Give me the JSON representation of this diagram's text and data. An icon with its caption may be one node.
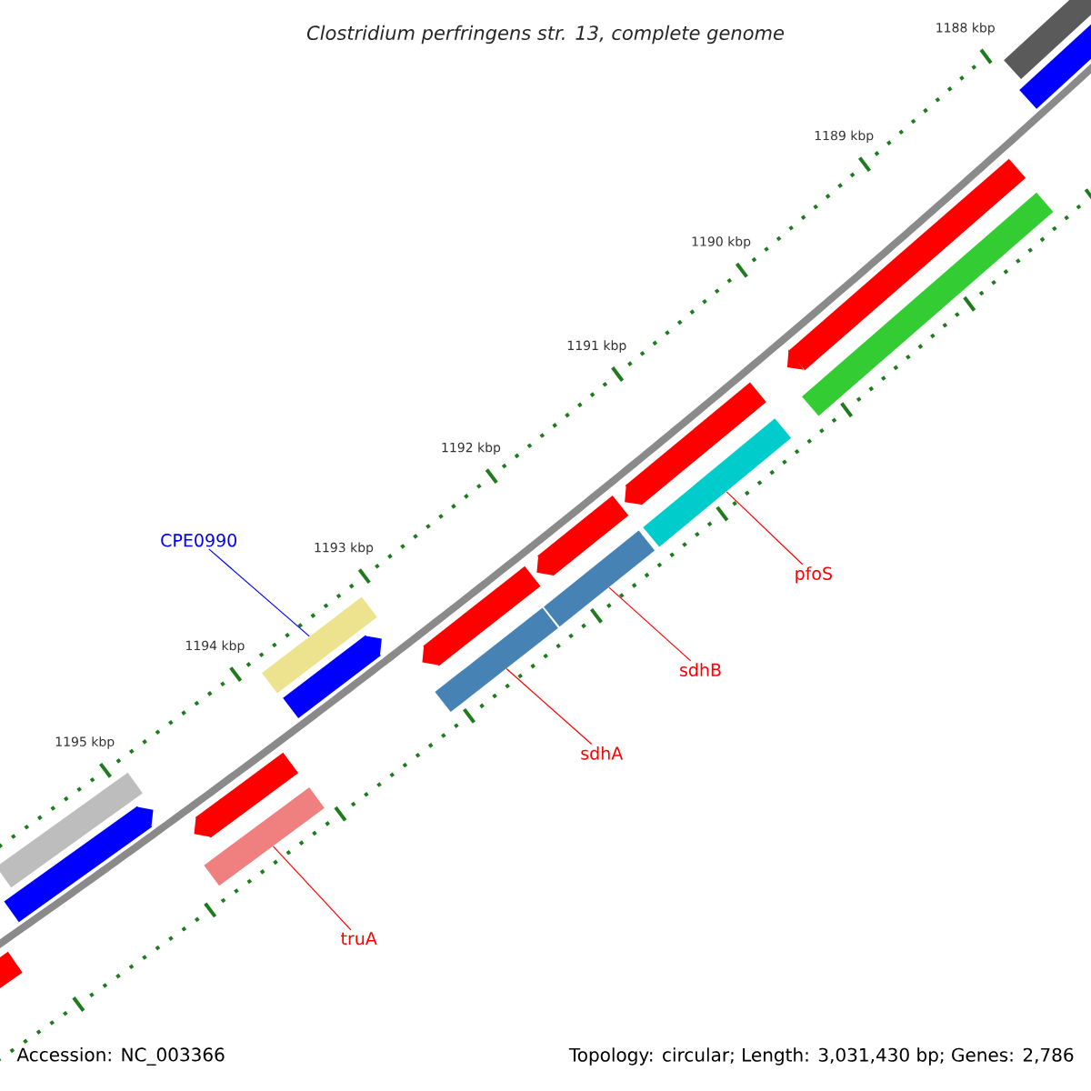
{
  "diagram": {
    "title": "Clostridium perfringens str. 13, complete genome",
    "nodes": [
      {
        "text": [],
        "shape": "bar"
      },
      {
        "text": [],
        "shape": "bar"
      },
      {
        "text": [],
        "shape": "bar"
      },
      {
        "text": [],
        "shape": "bar"
      },
      {
        "text": [],
        "shape": "bar"
      },
      {
        "text": [],
        "shape": "bar"
      },
      {
        "text": [],
        "shape": "bar"
      },
      {
        "text": [],
        "shape": "bar"
      },
      {
        "text": [],
        "shape": "bar"
      },
      {
        "text": [],
        "shape": "bar"
      },
      {
        "text": [],
        "shape": "bar"
      },
      {
        "text": [],
        "shape": "bar"
      },
      {
        "text": [],
        "shape": "bar"
      },
      {
        "text": [],
        "shape": "bar"
      },
      {
        "text": [],
        "shape": "bar"
      },
      {
        "text": [],
        "shape": "bar"
      },
      {
        "text": [],
        "shape": "bar"
      },
      {
        "text": [
          "CPE0990"
        ]
      },
      {
        "text": [
          "pfoS"
        ]
      },
      {
        "text": [
          "sdhB"
        ]
      },
      {
        "text": [
          "sdhA"
        ]
      },
      {
        "text": [
          "truA"
        ]
      }
    ],
    "edges": [
      {
        "from": 17,
        "to": 10,
        "arrow": "none",
        "color": "#0000ff"
      },
      {
        "from": 18,
        "to": 5,
        "arrow": "none"
      },
      {
        "from": 19,
        "to": 7,
        "arrow": "none"
      },
      {
        "from": 20,
        "to": 9,
        "arrow": "none"
      },
      {
        "from": 21,
        "to": 13,
        "arrow": "none"
      }
    ],
    "labels": [
      "1188 kbp",
      "1189 kbp",
      "1190 kbp",
      "1191 kbp",
      "1192 kbp",
      "1193 kbp",
      "1194 kbp",
      "1195 kbp",
      "Accession: NC_003366",
      "Topology: circular; Length: 3,031,430 bp; Genes: 2,786"
    ]
  }
}
